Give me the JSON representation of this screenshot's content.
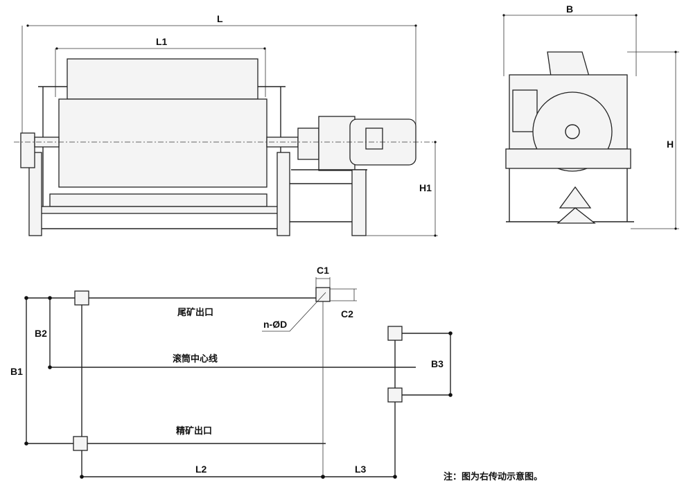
{
  "side_view": {
    "dim_total_length": "L",
    "dim_drum_length": "L1",
    "dim_center_height": "H1"
  },
  "end_view": {
    "dim_width": "B",
    "dim_height": "H"
  },
  "plan_view": {
    "dim_c1": "C1",
    "dim_c2": "C2",
    "dim_b1": "B1",
    "dim_b2": "B2",
    "dim_b3": "B3",
    "dim_l2": "L2",
    "dim_l3": "L3",
    "hole_spec": "n-ØD",
    "tailings_outlet": "尾矿出口",
    "drum_centerline": "滚筒中心线",
    "concentrate_outlet": "精矿出口"
  },
  "note": "注：图为右传动示意图。"
}
